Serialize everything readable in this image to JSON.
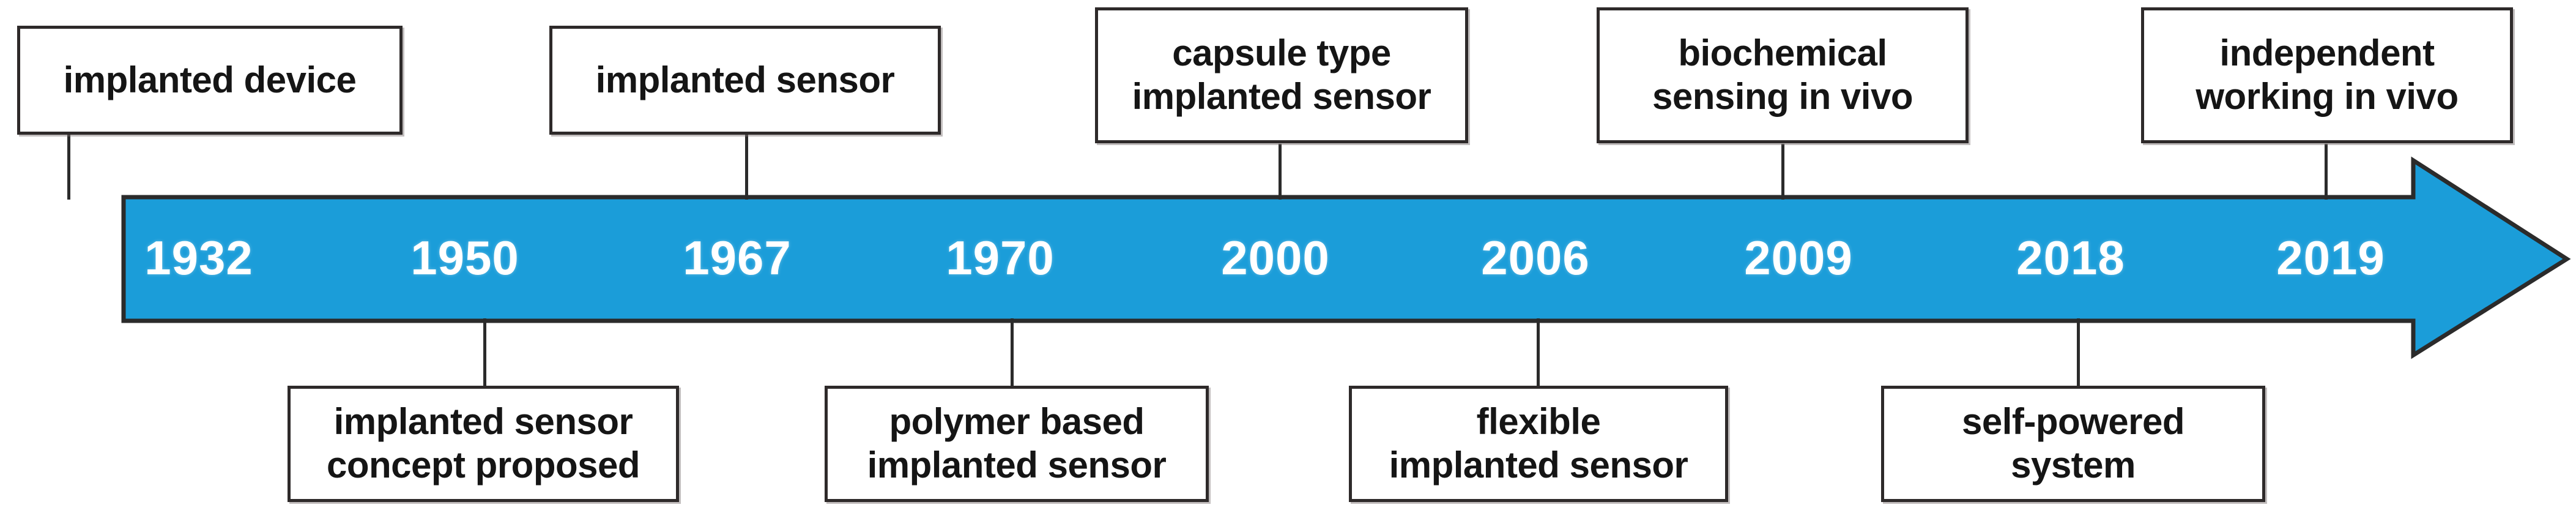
{
  "figure": {
    "type": "timeline",
    "orientation": "horizontal-arrow-right",
    "bar_color": "#1b9dd9",
    "bar_border_color": "#2b2b2b",
    "box_border_color": "#2e2a2a",
    "year_text_color": "#ffffff",
    "label_text_color": "#151515"
  },
  "timeline": {
    "years": [
      "1932",
      "1950",
      "1967",
      "1970",
      "2000",
      "2006",
      "2009",
      "2018",
      "2019"
    ],
    "events": [
      {
        "year": "1932",
        "label": "implanted device",
        "position": "above"
      },
      {
        "year": "1950",
        "label": "implanted sensor\nconcept proposed",
        "position": "below"
      },
      {
        "year": "1967",
        "label": "implanted sensor",
        "position": "above"
      },
      {
        "year": "1970",
        "label": "polymer based\nimplanted sensor",
        "position": "below"
      },
      {
        "year": "2000",
        "label": "capsule type\nimplanted sensor",
        "position": "above"
      },
      {
        "year": "2006",
        "label": "flexible\nimplanted sensor",
        "position": "below"
      },
      {
        "year": "2009",
        "label": "biochemical\nsensing in vivo",
        "position": "above"
      },
      {
        "year": "2018",
        "label": "self-powered\nsystem",
        "position": "below"
      },
      {
        "year": "2019",
        "label": "independent\nworking in vivo",
        "position": "above"
      }
    ]
  }
}
